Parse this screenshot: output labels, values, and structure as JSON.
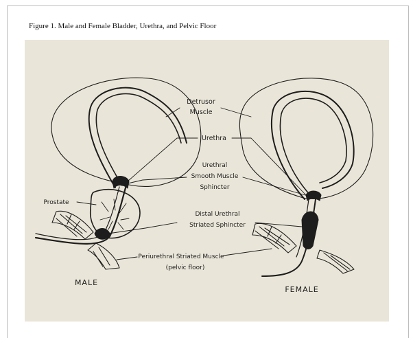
{
  "caption": "Figure 1. Male and Female Bladder, Urethra, and Pelvic Floor",
  "labels": {
    "detrusor_1": "Detrusor",
    "detrusor_2": "Muscle",
    "urethra": "Urethra",
    "smooth_1": "Urethral",
    "smooth_2": "Smooth Muscle",
    "smooth_3": "Sphincter",
    "prostate": "Prostate",
    "striated_1": "Distal Urethral",
    "striated_2": "Striated Sphincter",
    "periurethral_1": "Periurethral Striated Muscle",
    "periurethral_2": "(pelvic floor)",
    "male": "MALE",
    "female": "FEMALE"
  },
  "colors": {
    "background": "#e9e5d8",
    "ink": "#1d1d1d"
  }
}
